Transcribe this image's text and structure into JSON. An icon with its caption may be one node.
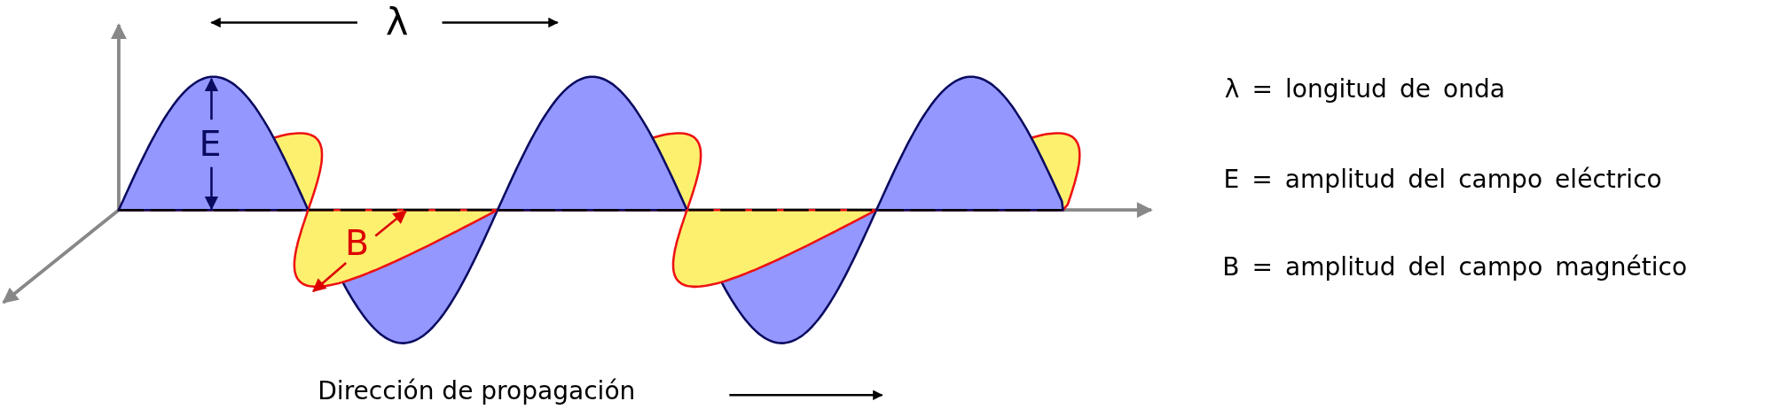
{
  "diagram": {
    "labels": [
      "λ",
      "E",
      "B",
      "λ = longitud de onda",
      "E = amplitud del campo eléctrico",
      "B = amplitud del campo magnético",
      "Dirección de propagación"
    ]
  }
}
